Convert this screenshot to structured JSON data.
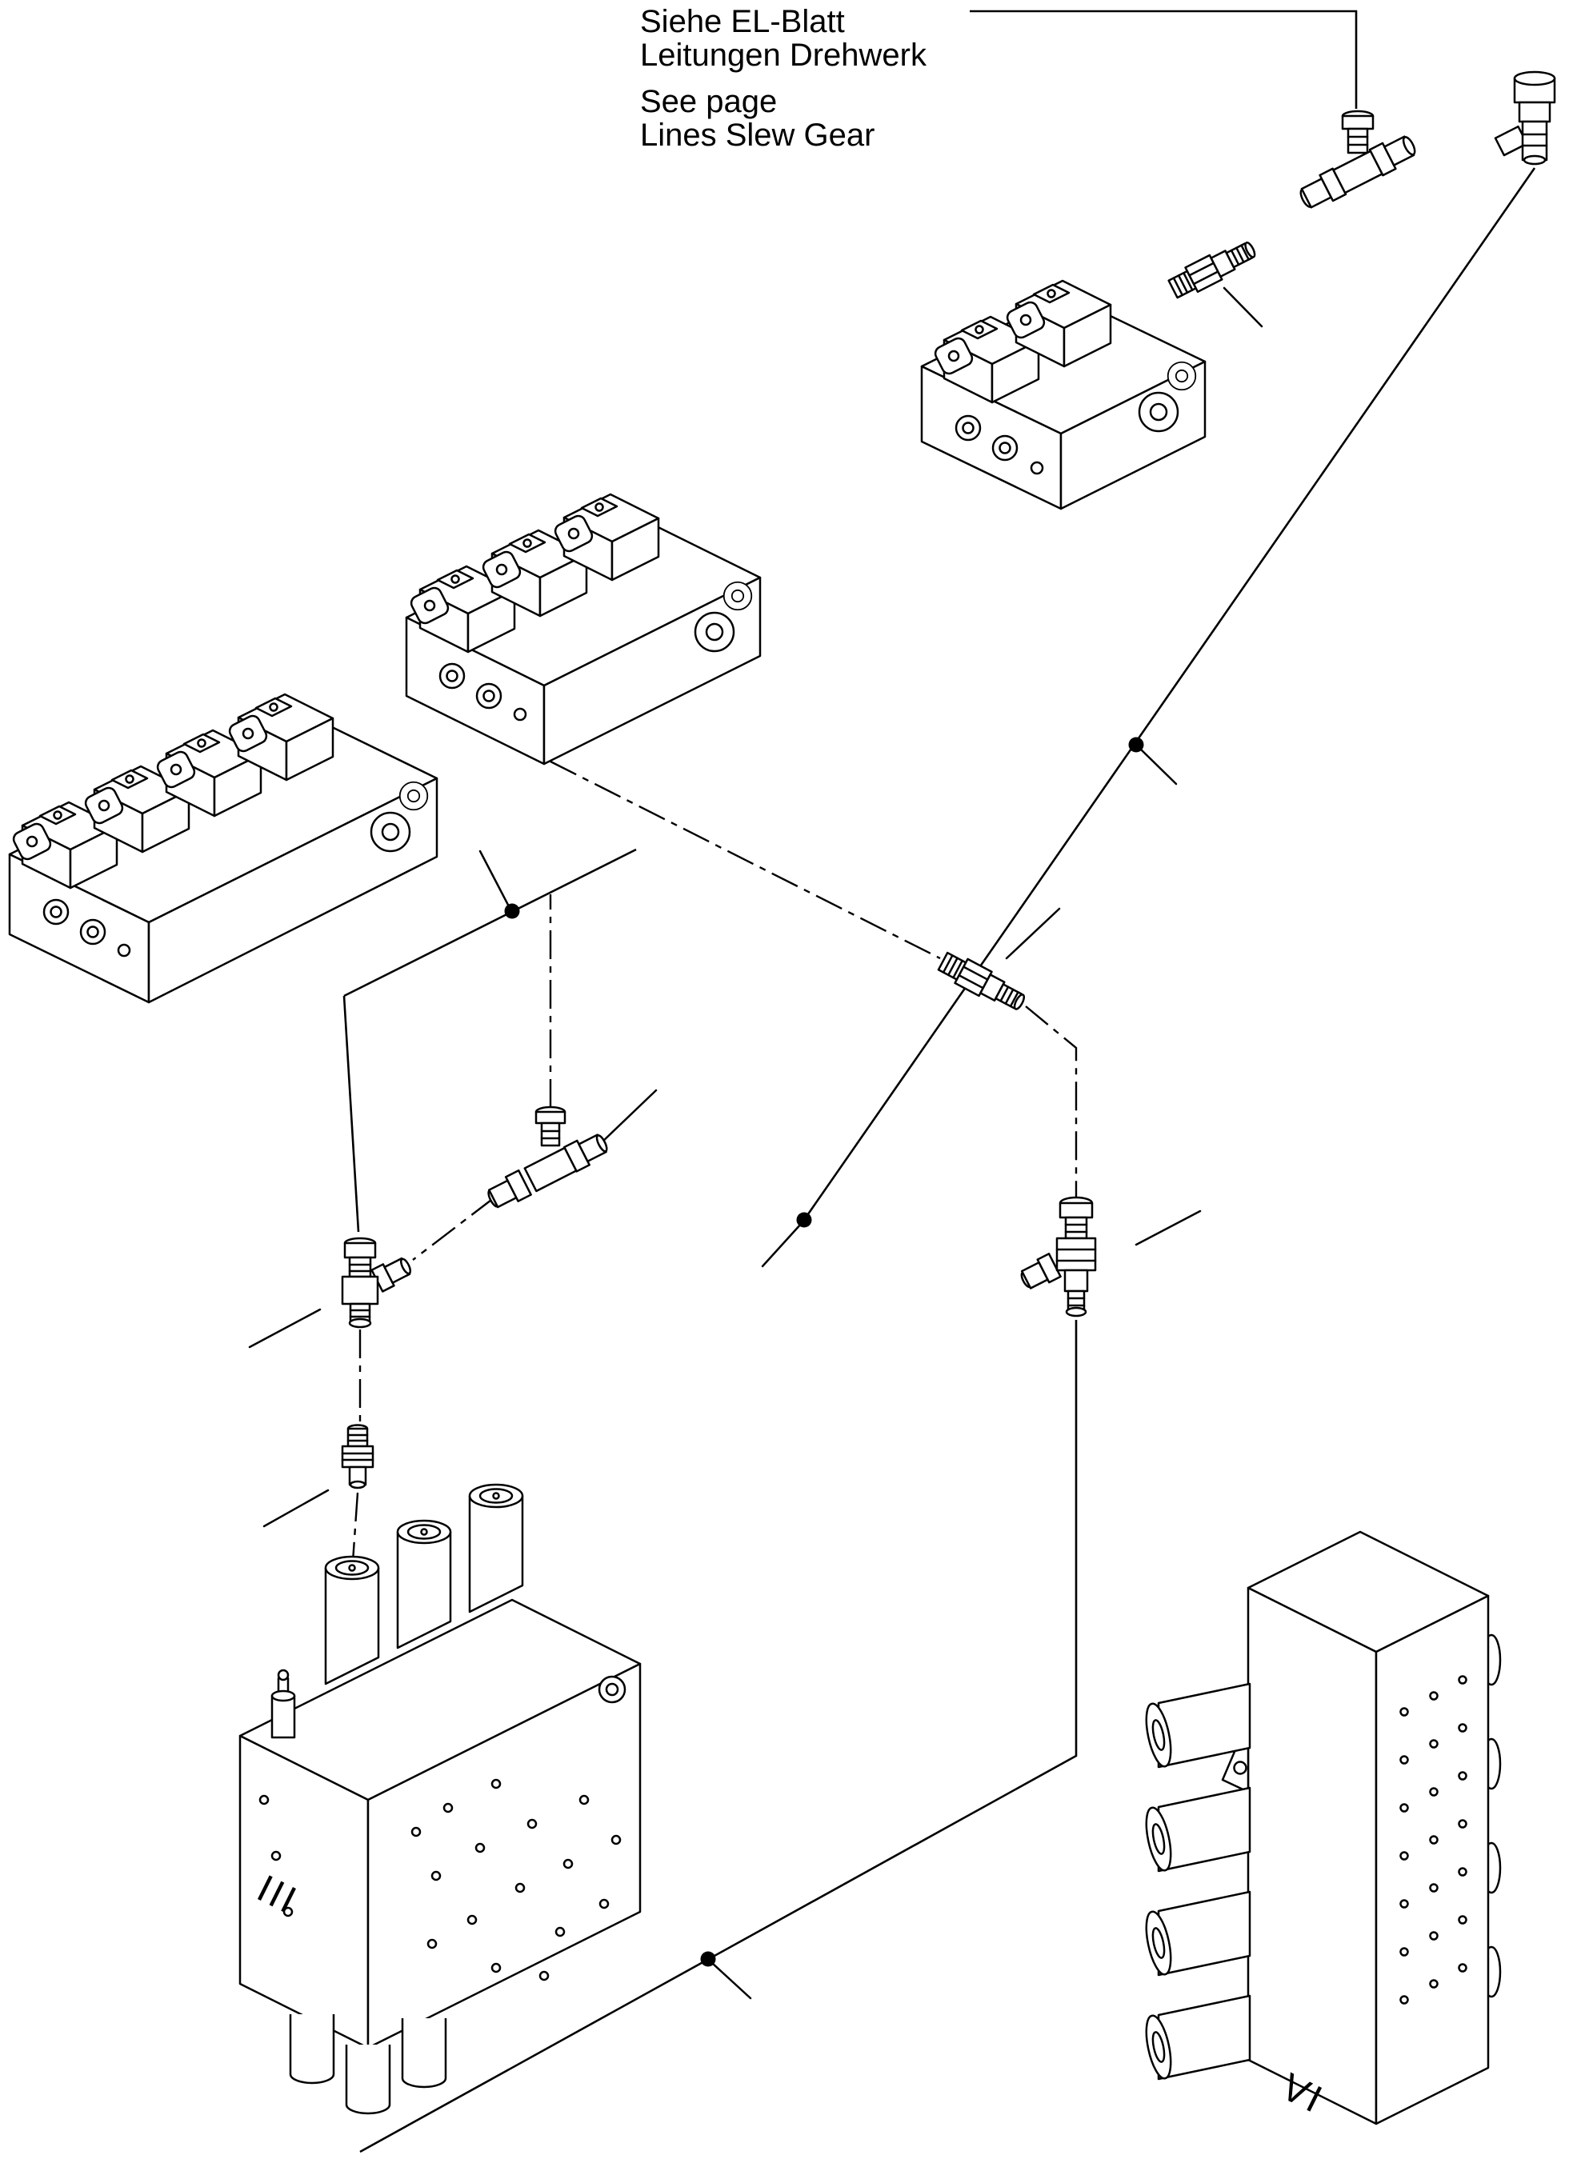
{
  "diagram": {
    "annotation": {
      "de_line1": "Siehe EL-Blatt",
      "de_line2": "Leitungen Drehwerk",
      "en_line1": "See page",
      "en_line2": "Lines Slew Gear"
    },
    "labels": {
      "valve_block_left": "III",
      "valve_block_right": "VI"
    },
    "colors": {
      "line": "#000000",
      "background": "#ffffff"
    }
  }
}
